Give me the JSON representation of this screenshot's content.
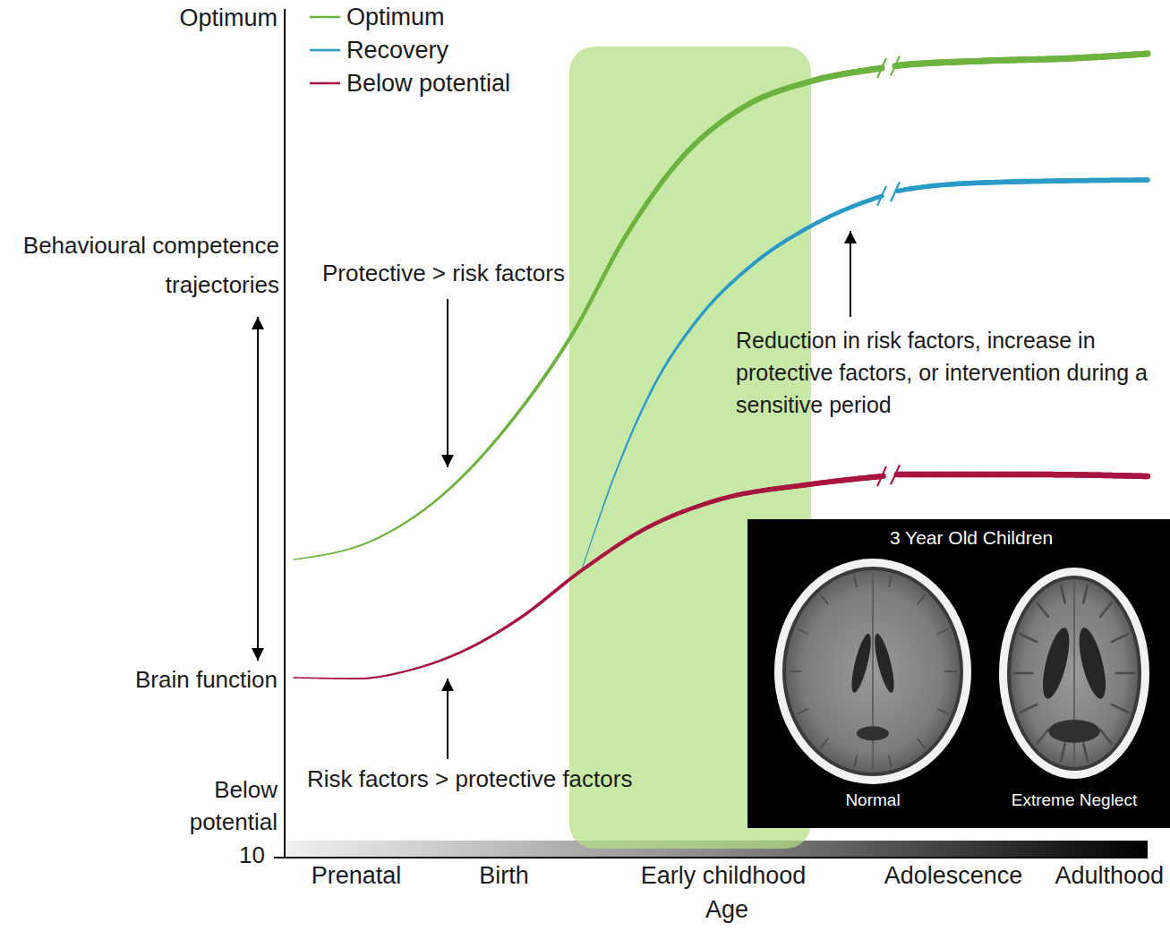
{
  "diagram": {
    "nodes": [
      {
        "text": [
          "3 Year Old Children",
          "Normal",
          "Extreme Neglect"
        ]
      }
    ],
    "labels": [
      "Optimum",
      "Behavioural competence trajectories",
      "Brain function",
      "Below potential",
      "10",
      "Protective > risk factors",
      "Risk factors > protective factors",
      "Reduction in risk factors, increase in protective factors, or intervention during a sensitive period",
      "Prenatal",
      "Birth",
      "Early childhood",
      "Adolescence",
      "Adulthood",
      "Age"
    ],
    "legend": [
      {
        "text": "Optimum"
      },
      {
        "text": "Recovery"
      },
      {
        "text": "Below potential"
      }
    ]
  }
}
